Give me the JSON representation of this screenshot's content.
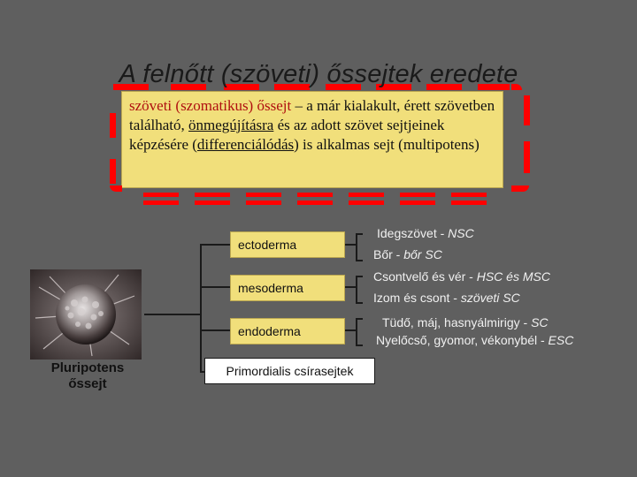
{
  "title": "A felnőtt (szöveti) őssejtek eredete",
  "definition": {
    "term": "szöveti (szomatikus) őssejt",
    "part1": " – a már kialakult, érett szövetben található, ",
    "underline1": "önmegújításra",
    "part2": " és az adott szövet sejtjeinek képzésére (",
    "underline2": "differenciálódás",
    "part3": ") is alkalmas sejt (multipotens)"
  },
  "germ_layers": [
    "ectoderma",
    "mesoderma",
    "endoderma"
  ],
  "tissues": {
    "ecto_line1_text": "Idegszövet - ",
    "ecto_line1_em": "NSC",
    "ecto_line2_text": "Bőr - ",
    "ecto_line2_em": "bőr SC",
    "meso_line1_text": "Csontvelő és vér - ",
    "meso_line1_em": "HSC és MSC",
    "meso_line2_text": "Izom és csont - ",
    "meso_line2_em": "szöveti SC",
    "endo_line1_text": "Tüdő, máj, hasnyálmirigy - ",
    "endo_line1_em": "SC",
    "endo_line2_text": "Nyelőcső, gyomor, vékonybél - ",
    "endo_line2_em": "ESC"
  },
  "cell_label": "Pluripotens őssejt",
  "primordial": "Primordialis csírasejtek",
  "colors": {
    "background": "#5f5f5f",
    "box": "#f1df7b",
    "frame": "#ff0000"
  }
}
